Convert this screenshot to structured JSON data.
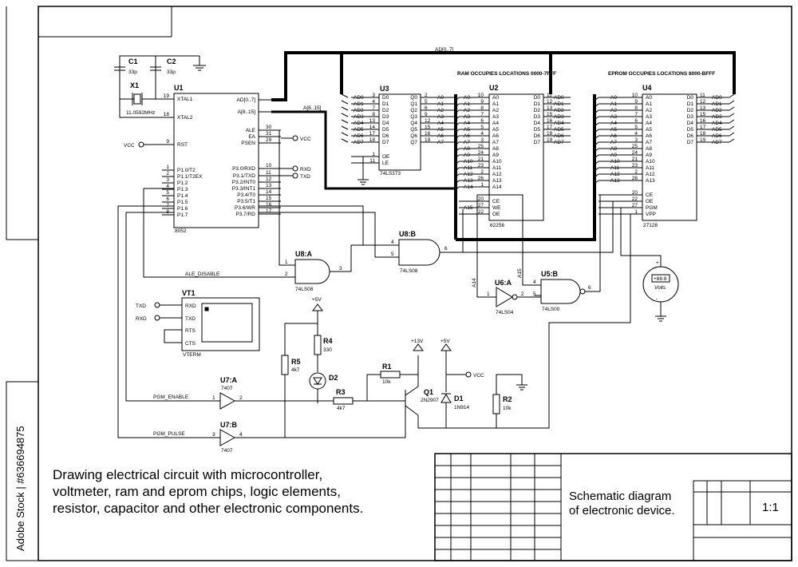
{
  "stock_watermark": "Adobe Stock | #636694875",
  "caption": {
    "lines": [
      "Drawing electrical circuit with microcontroller,",
      "voltmeter, ram and eprom chips, logic elements,",
      "resistor, capacitor and other electronic components."
    ]
  },
  "title_block": {
    "title_lines": [
      "Schematic diagram",
      "of electronic device."
    ],
    "scale": "1:1"
  },
  "bus_labels": {
    "ad_bus": "AD[0..7]",
    "a_bus": "A[8..15]"
  },
  "notes": {
    "ram": "RAM OCCUPIES  LOCATIONS 0000-7FFF",
    "eprom": "EPROM OCCUPIES  LOCATIONS 8000-BFFF"
  },
  "components": {
    "c1": {
      "ref": "C1",
      "value": "33p"
    },
    "c2": {
      "ref": "C2",
      "value": "33p"
    },
    "x1": {
      "ref": "X1",
      "value": "11.0592MHz"
    },
    "u1": {
      "ref": "U1",
      "part": "8052",
      "left_pins": [
        {
          "num": "19",
          "name": "XTAL1"
        },
        {
          "num": "18",
          "name": "XTAL2"
        },
        {
          "num": "9",
          "name": "RST"
        },
        {
          "num": "1",
          "name": "P1.0/T2"
        },
        {
          "num": "2",
          "name": "P1.1/T2EX"
        },
        {
          "num": "3",
          "name": "P1.2"
        },
        {
          "num": "4",
          "name": "P1.3"
        },
        {
          "num": "5",
          "name": "P1.4"
        },
        {
          "num": "6",
          "name": "P1.5"
        },
        {
          "num": "7",
          "name": "P1.6"
        },
        {
          "num": "8",
          "name": "P1.7"
        }
      ],
      "right_pins": [
        {
          "num": "",
          "name": "AD[0..7]"
        },
        {
          "num": "",
          "name": "A[8..15]"
        },
        {
          "num": "30",
          "name": "ALE"
        },
        {
          "num": "31",
          "name": "EA"
        },
        {
          "num": "29",
          "name": "PSEN"
        },
        {
          "num": "10",
          "name": "P3.0/RXD"
        },
        {
          "num": "11",
          "name": "P3.1/TXD"
        },
        {
          "num": "12",
          "name": "P3.2/INT0"
        },
        {
          "num": "13",
          "name": "P3.3/INT1"
        },
        {
          "num": "14",
          "name": "P3.4/T0"
        },
        {
          "num": "15",
          "name": "P3.5/T1"
        },
        {
          "num": "16",
          "name": "P3.6/WR"
        },
        {
          "num": "17",
          "name": "P3.7/RD"
        }
      ]
    },
    "u3": {
      "ref": "U3",
      "part": "74LS373",
      "left_pins": [
        {
          "num": "3",
          "name": "D0"
        },
        {
          "num": "4",
          "name": "D1"
        },
        {
          "num": "7",
          "name": "D2"
        },
        {
          "num": "8",
          "name": "D3"
        },
        {
          "num": "13",
          "name": "D4"
        },
        {
          "num": "14",
          "name": "D5"
        },
        {
          "num": "17",
          "name": "D6"
        },
        {
          "num": "18",
          "name": "D7"
        },
        {
          "num": "1",
          "name": "OE"
        },
        {
          "num": "11",
          "name": "LE"
        }
      ],
      "right_pins": [
        {
          "num": "2",
          "name": "Q0"
        },
        {
          "num": "5",
          "name": "Q1"
        },
        {
          "num": "6",
          "name": "Q2"
        },
        {
          "num": "9",
          "name": "Q3"
        },
        {
          "num": "12",
          "name": "Q4"
        },
        {
          "num": "15",
          "name": "Q5"
        },
        {
          "num": "16",
          "name": "Q6"
        },
        {
          "num": "19",
          "name": "Q7"
        }
      ],
      "bus_in": [
        "AD0",
        "AD1",
        "AD2",
        "AD3",
        "AD4",
        "AD5",
        "AD6",
        "AD7"
      ],
      "bus_out": [
        "A0",
        "A1",
        "A2",
        "A3",
        "A4",
        "A5",
        "A6",
        "A7"
      ]
    },
    "u2": {
      "ref": "U2",
      "part": "62256",
      "left_pins": [
        {
          "num": "10",
          "name": "A0"
        },
        {
          "num": "9",
          "name": "A1"
        },
        {
          "num": "8",
          "name": "A2"
        },
        {
          "num": "7",
          "name": "A3"
        },
        {
          "num": "6",
          "name": "A4"
        },
        {
          "num": "5",
          "name": "A5"
        },
        {
          "num": "4",
          "name": "A6"
        },
        {
          "num": "3",
          "name": "A7"
        },
        {
          "num": "25",
          "name": "A8"
        },
        {
          "num": "24",
          "name": "A9"
        },
        {
          "num": "21",
          "name": "A10"
        },
        {
          "num": "23",
          "name": "A11"
        },
        {
          "num": "2",
          "name": "A12"
        },
        {
          "num": "26",
          "name": "A13"
        },
        {
          "num": "1",
          "name": "A14"
        },
        {
          "num": "20",
          "name": "CE"
        },
        {
          "num": "27",
          "name": "WE"
        },
        {
          "num": "22",
          "name": "OE"
        }
      ],
      "bus_in": [
        "A0",
        "A1",
        "A2",
        "A3",
        "A4",
        "A5",
        "A6",
        "A7",
        "A8",
        "A9",
        "A10",
        "A11",
        "A12",
        "A13",
        "A14",
        "",
        "A15",
        ""
      ],
      "right_pins": [
        {
          "num": "11",
          "name": "D0"
        },
        {
          "num": "12",
          "name": "D1"
        },
        {
          "num": "13",
          "name": "D2"
        },
        {
          "num": "15",
          "name": "D3"
        },
        {
          "num": "16",
          "name": "D4"
        },
        {
          "num": "17",
          "name": "D5"
        },
        {
          "num": "18",
          "name": "D6"
        },
        {
          "num": "19",
          "name": "D7"
        }
      ],
      "bus_out": [
        "AD0",
        "AD1",
        "AD2",
        "AD3",
        "AD4",
        "AD5",
        "AD6",
        "AD7"
      ]
    },
    "u4": {
      "ref": "U4",
      "part": "27128",
      "left_pins": [
        {
          "num": "10",
          "name": "A0"
        },
        {
          "num": "9",
          "name": "A1"
        },
        {
          "num": "8",
          "name": "A2"
        },
        {
          "num": "7",
          "name": "A3"
        },
        {
          "num": "6",
          "name": "A4"
        },
        {
          "num": "5",
          "name": "A5"
        },
        {
          "num": "4",
          "name": "A6"
        },
        {
          "num": "3",
          "name": "A7"
        },
        {
          "num": "25",
          "name": "A8"
        },
        {
          "num": "24",
          "name": "A9"
        },
        {
          "num": "21",
          "name": "A10"
        },
        {
          "num": "23",
          "name": "A11"
        },
        {
          "num": "2",
          "name": "A12"
        },
        {
          "num": "26",
          "name": "A13"
        },
        {
          "num": "20",
          "name": "CE"
        },
        {
          "num": "22",
          "name": "OE"
        },
        {
          "num": "27",
          "name": "PGM"
        },
        {
          "num": "1",
          "name": "VPP"
        }
      ],
      "bus_in": [
        "A0",
        "A1",
        "A2",
        "A3",
        "A4",
        "A5",
        "A6",
        "A7",
        "A8",
        "A9",
        "A10",
        "A11",
        "A12",
        "A13"
      ],
      "right_pins": [
        {
          "num": "11",
          "name": "D0"
        },
        {
          "num": "12",
          "name": "D1"
        },
        {
          "num": "13",
          "name": "D2"
        },
        {
          "num": "15",
          "name": "D3"
        },
        {
          "num": "16",
          "name": "D4"
        },
        {
          "num": "17",
          "name": "D5"
        },
        {
          "num": "18",
          "name": "D6"
        },
        {
          "num": "19",
          "name": "D7"
        }
      ],
      "bus_out": [
        "AD0",
        "AD1",
        "AD2",
        "AD3",
        "AD4",
        "AD5",
        "AD6",
        "AD7"
      ]
    },
    "u8a": {
      "ref": "U8:A",
      "part": "74LS08",
      "pins": [
        "1",
        "2",
        "3"
      ]
    },
    "u8b": {
      "ref": "U8:B",
      "part": "74LS08",
      "pins": [
        "4",
        "5",
        "6"
      ]
    },
    "u6a": {
      "ref": "U6:A",
      "part": "74LS04",
      "pins": [
        "1",
        "2"
      ]
    },
    "u5b": {
      "ref": "U5:B",
      "part": "74LS00",
      "pins": [
        "4",
        "5",
        "6"
      ]
    },
    "u7a": {
      "ref": "U7:A",
      "part": "7407",
      "pins": [
        "1",
        "2"
      ]
    },
    "u7b": {
      "ref": "U7:B",
      "part": "7407",
      "pins": [
        "3",
        "4"
      ]
    },
    "vt1": {
      "ref": "VT1",
      "part": "VTERM",
      "pins": [
        "RXD",
        "TXD",
        "RTS",
        "CTS"
      ]
    },
    "voltmeter": {
      "display": "+88.8",
      "unit": "Volts",
      "plus": "+",
      "minus": "-"
    },
    "r1": {
      "ref": "R1",
      "value": "10k"
    },
    "r2": {
      "ref": "R2",
      "value": "10k"
    },
    "r3": {
      "ref": "R3",
      "value": "4k7"
    },
    "r4": {
      "ref": "R4",
      "value": "330"
    },
    "r5": {
      "ref": "R5",
      "value": "4k7"
    },
    "d1": {
      "ref": "D1",
      "value": "1N914"
    },
    "d2": {
      "ref": "D2"
    },
    "q1": {
      "ref": "Q1",
      "value": "2N2907"
    }
  },
  "net_labels": {
    "vcc": "VCC",
    "txd": "TXD",
    "rxd": "RXD",
    "plus5": "+5V",
    "plus13": "+13V",
    "ale_disable": "ALE_DISABLE",
    "pgm_enable": "PGM_ENABLE",
    "pgm_pulse": "PGM_PULSE",
    "a14": "A14",
    "a15": "A15"
  }
}
